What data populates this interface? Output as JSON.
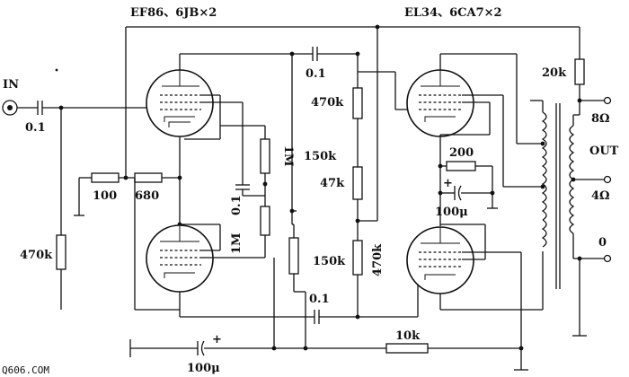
{
  "labels": {
    "small_tubes": "EF86、6JB×2",
    "power_tubes": "EL34、6CA7×2",
    "input": "IN",
    "output": "OUT",
    "tap_8": "8Ω",
    "tap_4": "4Ω",
    "tap_0": "0",
    "watermark": "Q606.COM"
  },
  "components": {
    "c_in": "0.1",
    "r_grid": "470k",
    "r_100": "100",
    "r_680": "680",
    "c_couple_top": "0.1",
    "r_470k_top": "470k",
    "r_1M_a": "1M",
    "r_1M_b": "1M",
    "c_01_mid": "0.1",
    "r_150k_a": "150k",
    "r_47k": "47k",
    "r_150k_b": "150k",
    "r_470k_mid": "470k",
    "c_couple_bot": "0.1",
    "r_20k": "20k",
    "r_200": "200",
    "c_100u_cath": "100μ",
    "r_10k": "10k",
    "c_100u_supply": "100μ",
    "plus_a": "+",
    "plus_b": "+"
  }
}
